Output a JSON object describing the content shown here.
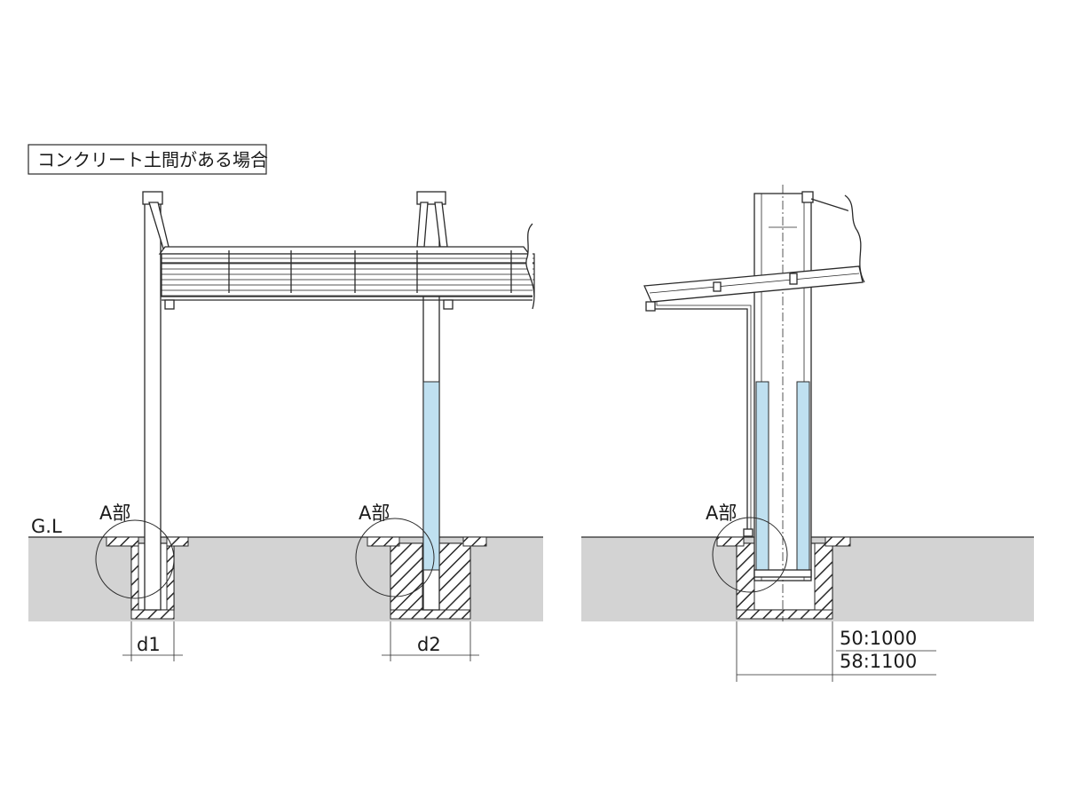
{
  "title_box": {
    "text": "コンクリート土間がある場合"
  },
  "labels": {
    "gl": "G.L",
    "part_a_1": "A部",
    "part_a_2": "A部",
    "part_a_3": "A部",
    "d1": "d1",
    "d2": "d2",
    "depth_50": "50:1000",
    "depth_58": "58:1100"
  },
  "colors": {
    "ground": "#d3d3d3",
    "embed_highlight": "#bfe0f0",
    "line": "#2a2a2a"
  }
}
